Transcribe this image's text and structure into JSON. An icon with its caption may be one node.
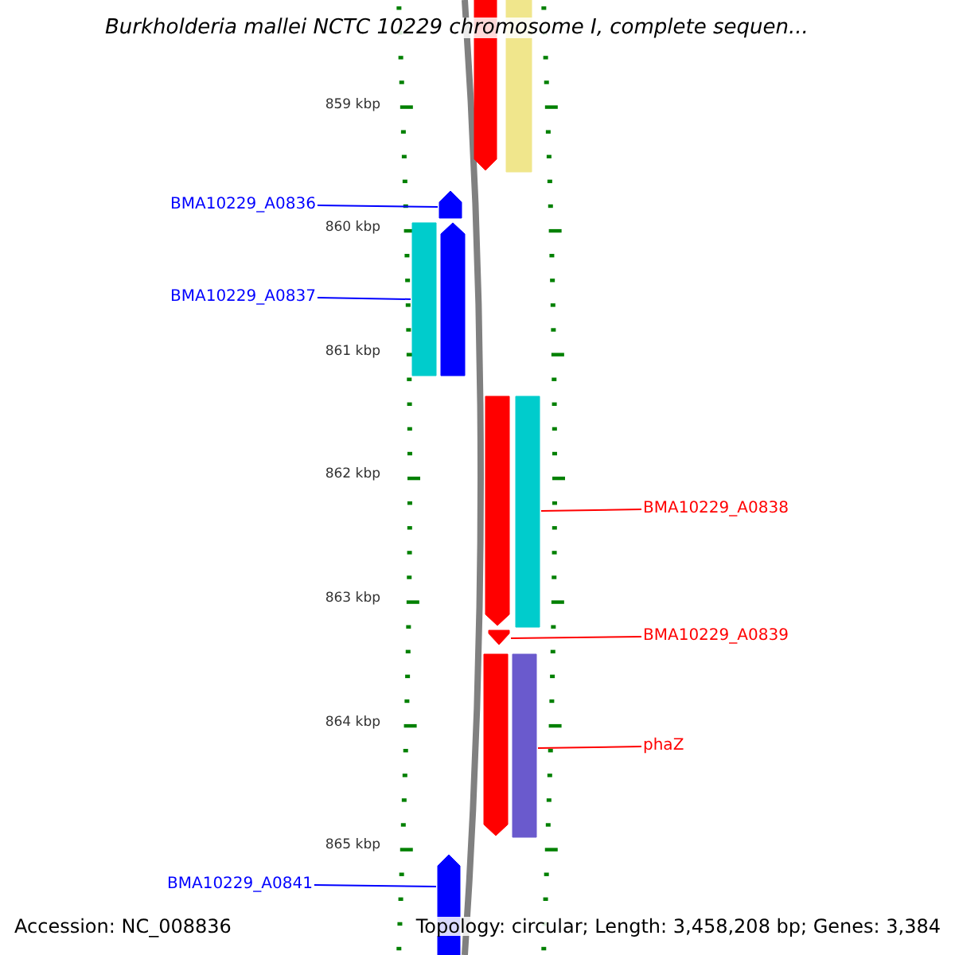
{
  "diagram": {
    "title": "Burkholderia mallei NCTC 10229 chromosome I, complete sequen...",
    "nodes": [
      {
        "text": [
          "BMA10229_A0836"
        ]
      },
      {
        "text": [],
        "shape": "arrow"
      },
      {
        "text": [
          "BMA10229_A0837"
        ]
      },
      {
        "text": [],
        "shape": "bar"
      },
      {
        "text": [
          "BMA10229_A0838"
        ]
      },
      {
        "text": [],
        "shape": "bar"
      },
      {
        "text": [
          "BMA10229_A0839"
        ]
      },
      {
        "text": [],
        "shape": "arrow"
      },
      {
        "text": [
          "phaZ"
        ]
      },
      {
        "text": [],
        "shape": "bar"
      },
      {
        "text": [
          "BMA10229_A0841"
        ]
      },
      {
        "text": [],
        "shape": "arrow"
      },
      {
        "text": [],
        "shape": "arrow"
      },
      {
        "text": [],
        "shape": "bar"
      },
      {
        "text": [],
        "shape": "arrow"
      },
      {
        "text": [],
        "shape": "arrow"
      },
      {
        "text": [],
        "shape": "arrow"
      }
    ],
    "edges": [
      {
        "from": 0,
        "to": 1,
        "arrow": "none",
        "color": "#0000ff"
      },
      {
        "from": 2,
        "to": 3,
        "arrow": "none",
        "color": "#0000ff"
      },
      {
        "from": 4,
        "to": 5,
        "arrow": "none",
        "color": "#ff0000"
      },
      {
        "from": 6,
        "to": 7,
        "arrow": "none",
        "color": "#ff0000"
      },
      {
        "from": 8,
        "to": 9,
        "arrow": "none",
        "color": "#ff0000"
      },
      {
        "from": 10,
        "to": 11,
        "arrow": "none",
        "color": "#0000ff"
      }
    ],
    "labels": [
      "859 kbp",
      "860 kbp",
      "861 kbp",
      "862 kbp",
      "863 kbp",
      "864 kbp",
      "865 kbp",
      "Accession: NC_008836",
      "Topology: circular; Length: 3,458,208 bp; Genes: 3,384"
    ]
  }
}
